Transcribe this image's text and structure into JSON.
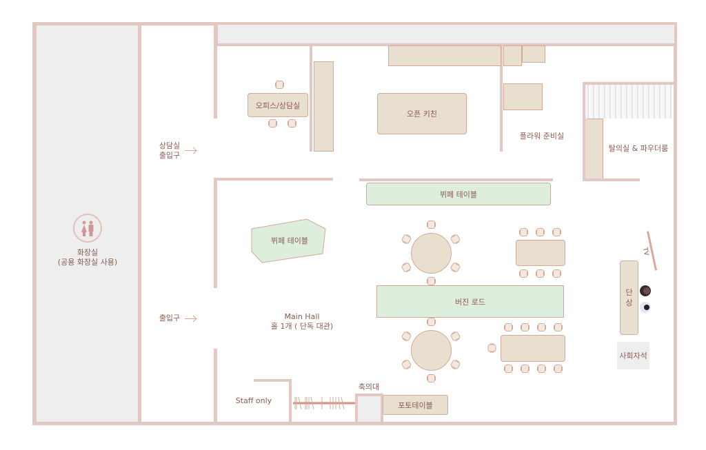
{
  "restroom": {
    "title": "화장실",
    "subtitle": "(공용 화장실 사용)",
    "icon": "restroom-icon"
  },
  "entrances": {
    "consult_entrance_line1": "상담실",
    "consult_entrance_line2": "출입구",
    "main_entrance": "출입구"
  },
  "rooms": {
    "office": "오피스/상담실",
    "open_kitchen": "오픈 키친",
    "flower_room": "플라워 준비실",
    "dressing_room": "탈의실 & 파우더룸",
    "staff_only": "Staff only"
  },
  "main_hall": {
    "title": "Main Hall",
    "subtitle": "홀 1개 ( 단독 대관)"
  },
  "tables": {
    "buffet_top": "뷔페 테이블",
    "buffet_left": "뷔페 테이블",
    "virgin_road": "버진 로드",
    "photo_table": "포토테이블",
    "gift_desk": "축의대"
  },
  "stage": {
    "line1": "단",
    "line2": "상",
    "tv": "TV",
    "mc_desk": "사회자석"
  },
  "colors": {
    "wall": "#e2c7c2",
    "furniture": "#e8dfcf",
    "green": "#deeedd",
    "text": "#8b5a50",
    "gray": "#eeeeee"
  }
}
